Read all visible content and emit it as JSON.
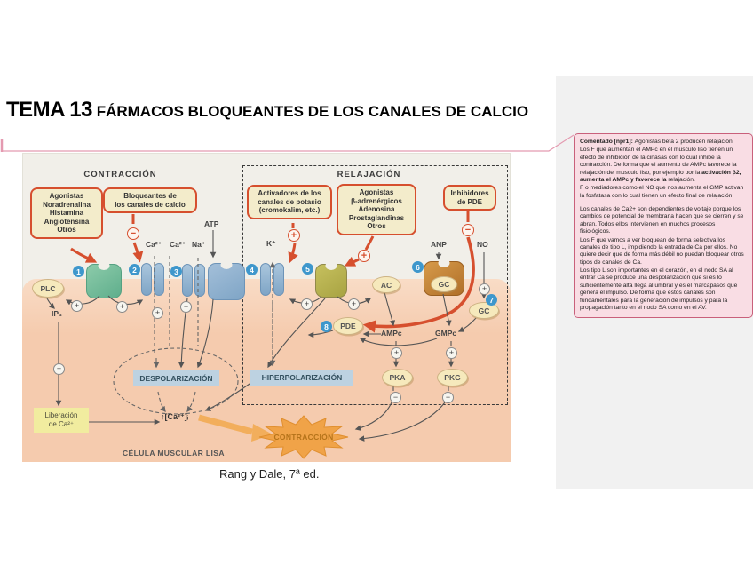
{
  "colors": {
    "accent_red": "#d64f2e",
    "drug_box_fill": "#f3eccb",
    "comment_fill": "#f9dde4",
    "comment_border": "#c9607b",
    "review_pane": "#f1f1f1",
    "cytoplasm": "#f5cbae",
    "burst_orange": "#f0a348",
    "number_badge_blue": "#3e97cc"
  },
  "slide": {
    "title_prefix": "TEMA 13",
    "title_rest": " FÁRMACOS BLOQUEANTES DE LOS CANALES DE CALCIO",
    "caption": "Rang y Dale, 7ª ed."
  },
  "diagram": {
    "section_contraction": "CONTRACCIÓN",
    "section_relaxation": "RELAJACIÓN",
    "boxes": {
      "agonists": "Agonistas\nNoradrenalina\nHistamina\nAngiotensina\nOtros",
      "ccb": "Bloqueantes de\nlos canales de calcio",
      "k_activators": "Activadores de los\ncanales de potasio\n(cromokalim, etc.)",
      "beta_agonists": "Agonistas\nβ-adrenérgicos\nAdenosina\nProstaglandinas\nOtros",
      "pde_inhibitors": "Inhibidores\nde PDE"
    },
    "molecules": {
      "atp": "ATP",
      "ca1": "Ca²⁺",
      "ca2": "Ca²⁺",
      "na": "Na⁺",
      "k": "K⁺",
      "anp": "ANP",
      "no": "NO",
      "plc": "PLC",
      "ip3": "IP₃",
      "ac": "AC",
      "gc_membrane": "GC",
      "gc_soluble": "GC",
      "pde": "PDE",
      "ampc": "AMPc",
      "gmpc": "GMPc",
      "pka": "PKA",
      "pkg": "PKG",
      "ca_up": "↑[Ca²⁺]ᵢ"
    },
    "labels": {
      "depolarization": "DESPOLARIZACIÓN",
      "hyperpolarization": "HIPERPOLARIZACIÓN",
      "ca_release": "Liberación\nde Ca²⁺",
      "cell": "CÉLULA MUSCULAR LISA",
      "contraction_burst": "CONTRACCIÓN"
    },
    "numbers": [
      "1",
      "2",
      "3",
      "4",
      "5",
      "6",
      "7",
      "8"
    ],
    "signs": {
      "plus": "+",
      "minus": "−"
    }
  },
  "comment": {
    "label": "Comentado [npr1]: ",
    "p1": "Agonistas beta 2 producen relajación.",
    "p2a": "Los F que aumentan el AMPc en el musculo liso tienen un efecto de inhibición de la cinasas con lo cual inhibe la contracción. De forma que el aumento de AMPc favorece la relajación del musculo liso, por ejemplo por la ",
    "p2b": "activación β2, aumenta el AMPc y favorece la ",
    "p2c": "relajación.",
    "p3": "F o mediadores como el NO que nos aumenta el GMP activan la fosfatasa con lo cual tienen un efecto final de relajación.",
    "p4": "Los canales de Ca2+ son dependientes de voltaje porque los cambios de potencial de membrana hacen que se cierren y se abran. Todos ellos intervienen en muchos procesos fisiológicos.",
    "p5": "Los F que vamos a ver bloquean de forma selectiva los canales de tipo L, impidiendo la entrada de Ca por ellos. No quiere decir que de forma más débil no puedan bloquear otros tipos de canales de Ca.",
    "p6": "Los tipo L son importantes en el corazón, en el nodo SA al entrar Ca se produce una despolarización que si es lo suficientemente alta llega al umbral y es el marcapasos que genera el impulso. De forma que estos canales son fundamentales para la generación de impulsos y para la propagación tanto en el nodo SA como en el AV."
  }
}
